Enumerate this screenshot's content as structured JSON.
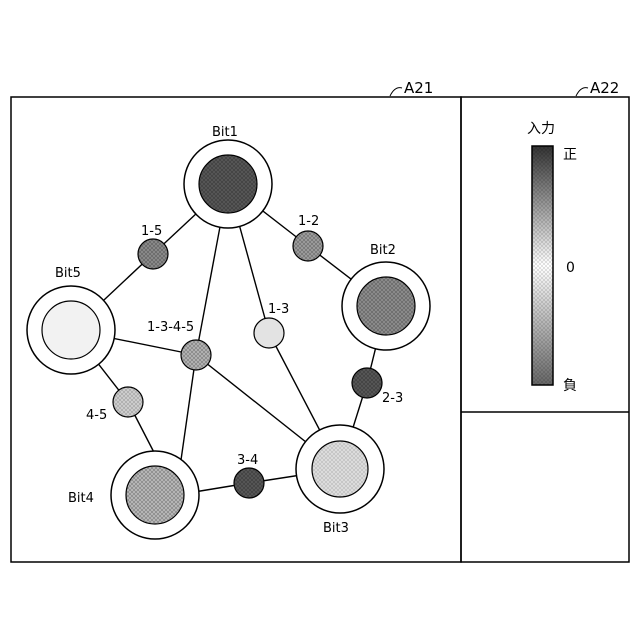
{
  "figure": {
    "ref_main": "A21",
    "ref_side": "A22"
  },
  "graph": {
    "nodes": [
      {
        "id": "bit1",
        "label": "Bit1",
        "fill": "#555555"
      },
      {
        "id": "bit2",
        "label": "Bit2",
        "fill": "#8a8a8a"
      },
      {
        "id": "bit3",
        "label": "Bit3",
        "fill": "#dcdcdc"
      },
      {
        "id": "bit4",
        "label": "Bit4",
        "fill": "#aaaaaa"
      },
      {
        "id": "bit5",
        "label": "Bit5",
        "fill": "#f0f0f0"
      }
    ],
    "couplers": [
      {
        "id": "c15",
        "label": "1-5",
        "fill": "#777777"
      },
      {
        "id": "c12",
        "label": "1-2",
        "fill": "#999999"
      },
      {
        "id": "c13",
        "label": "1-3",
        "fill": "#e0e0e0"
      },
      {
        "id": "c1345",
        "label": "1-3-4-5",
        "fill": "#aaaaaa"
      },
      {
        "id": "c45",
        "label": "4-5",
        "fill": "#c8c8c8"
      },
      {
        "id": "c34",
        "label": "3-4",
        "fill": "#555555"
      },
      {
        "id": "c23",
        "label": "2-3",
        "fill": "#555555"
      }
    ]
  },
  "legend": {
    "title": "入力",
    "top_label": "正",
    "mid_label": "0",
    "bottom_label": "負"
  }
}
